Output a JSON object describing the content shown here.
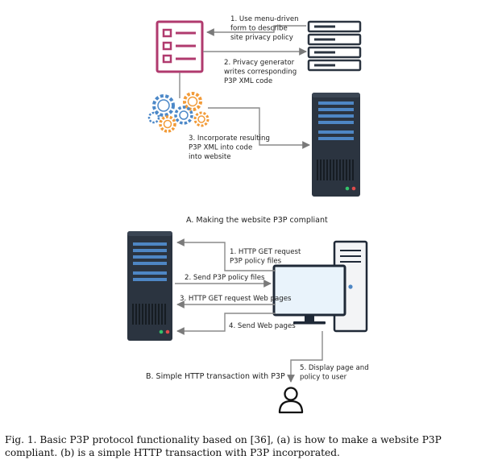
{
  "part_a": {
    "step1": [
      "1. Use menu-driven",
      "form to describe",
      "site privacy policy"
    ],
    "step2": [
      "2. Privacy generator",
      "writes corresponding",
      "P3P XML code"
    ],
    "step3": [
      "3. Incorporate resulting",
      "P3P XML into code",
      "into website"
    ],
    "title": "A. Making the website P3P compliant"
  },
  "part_b": {
    "step1": [
      "1. HTTP GET request",
      "P3P policy files"
    ],
    "step2": "2. Send P3P policy files",
    "step3": "3. HTTP GET request Web pages",
    "step4": "4. Send Web pages",
    "step5": [
      "5. Display page and",
      "policy to user"
    ],
    "title": "B. Simple HTTP transaction with P3P"
  },
  "caption": "Fig. 1.  Basic P3P protocol functionality based on [36], (a) is how to make a website P3P compliant. (b) is a simple HTTP transaction with P3P incorporated.",
  "colors": {
    "form_icon": "#b03a6e",
    "server_dark": "#2b3440",
    "server_slot": "#4e86c4",
    "arrow": "#8a8a8a",
    "monitor_screen": "#e9f3fb",
    "monitor_frame": "#1f2937",
    "tower_body": "#f3f4f6",
    "gear_orange": "#f29b38",
    "gear_blue": "#4c88c8"
  }
}
